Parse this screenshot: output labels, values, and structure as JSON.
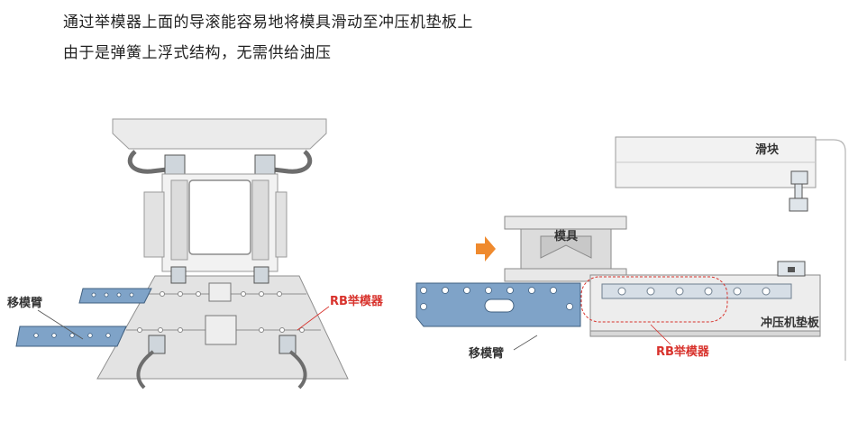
{
  "intro": {
    "line1": "通过举模器上面的导滚能容易地将模具滑动至冲压机垫板上",
    "line2": "由于是弹簧上浮式结构，无需供给油压"
  },
  "left_figure": {
    "arm_label": "移模臂",
    "lifter_label": "RB举模器"
  },
  "right_figure": {
    "slider_label": "滑块",
    "die_label": "模具",
    "bolster_label": "冲压机垫板",
    "arm_label": "移模臂",
    "lifter_label": "RB举模器"
  },
  "colors": {
    "accent_red": "#d8322c",
    "arm_blue": "#7fa3c8",
    "arrow_orange": "#ef8a2e",
    "machine_gray": "#e6e6e6"
  }
}
